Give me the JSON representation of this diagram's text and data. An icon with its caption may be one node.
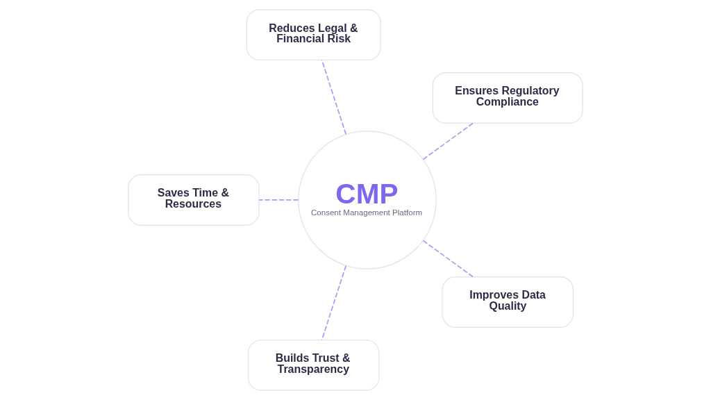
{
  "diagram": {
    "nodes": [
      {
        "text": [
          "Ensures Regulatory Compliance"
        ]
      },
      {
        "text": [
          "Reduces Legal & Financial Risk"
        ]
      },
      {
        "text": [
          "CMP",
          "Consent Management Platform"
        ]
      },
      {
        "text": [
          "Saves Time & Resources"
        ]
      },
      {
        "text": [
          "Builds Trust & Transparency"
        ]
      },
      {
        "text": [
          "Improves Data Quality"
        ]
      }
    ],
    "edges": [
      {
        "from": 2,
        "to": 0,
        "arrow": "none",
        "style": "dashed"
      },
      {
        "from": 2,
        "to": 1,
        "arrow": "none",
        "style": "dashed"
      },
      {
        "from": 2,
        "to": 3,
        "arrow": "none",
        "style": "dashed"
      },
      {
        "from": 2,
        "to": 4,
        "arrow": "none",
        "style": "dashed"
      },
      {
        "from": 2,
        "to": 5,
        "arrow": "none",
        "style": "dashed"
      }
    ]
  }
}
